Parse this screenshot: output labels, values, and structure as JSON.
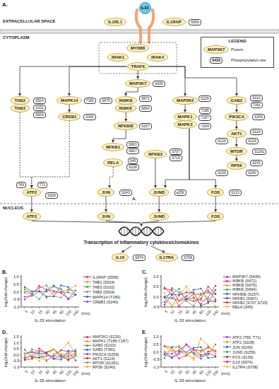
{
  "diagram": {
    "nodes": [
      {
        "text": [
          "IL33"
        ]
      },
      {
        "text": [
          "IL1RL1"
        ]
      },
      {
        "text": [
          "IL1RAP"
        ]
      },
      {
        "text": [
          "S556"
        ]
      },
      {
        "text": [
          "LEGEND"
        ]
      },
      {
        "text": [
          "MAP3K7"
        ],
        "in": 4
      },
      {
        "text": [
          "S439"
        ],
        "in": 4
      },
      {
        "text": [
          "MYD88"
        ]
      },
      {
        "text": [
          "IRAK1"
        ]
      },
      {
        "text": [
          "IRAK4"
        ]
      },
      {
        "text": [
          "TRAF6"
        ]
      },
      {
        "text": [
          "MAP3K7"
        ]
      },
      {
        "text": [
          "S439"
        ]
      },
      {
        "text": [
          "TAB2"
        ]
      },
      {
        "text": [
          "S524"
        ]
      },
      {
        "text": [
          "MAPK14"
        ]
      },
      {
        "text": [
          "T180"
        ]
      },
      {
        "text": [
          "S675"
        ]
      },
      {
        "text": [
          "IKBKB"
        ]
      },
      {
        "text": [
          "S672"
        ]
      },
      {
        "text": [
          "MAP2K2"
        ]
      },
      {
        "text": [
          "S226"
        ]
      },
      {
        "text": [
          "GAB2"
        ]
      },
      {
        "text": [
          "S210"
        ]
      },
      {
        "text": [
          "T391"
        ]
      },
      {
        "text": [
          "TAB3"
        ]
      },
      {
        "text": [
          "S102"
        ]
      },
      {
        "text": [
          "S504"
        ]
      },
      {
        "text": [
          "CREB1"
        ]
      },
      {
        "text": [
          "S340"
        ]
      },
      {
        "text": [
          "IKBKE"
        ]
      },
      {
        "text": [
          "S664"
        ]
      },
      {
        "text": [
          "MAPK1"
        ]
      },
      {
        "text": [
          "T185"
        ]
      },
      {
        "text": [
          "Y187"
        ]
      },
      {
        "text": [
          "PIK3CA"
        ]
      },
      {
        "text": [
          "S259"
        ]
      },
      {
        "text": [
          "NFKBIE"
        ]
      },
      {
        "text": [
          "S157"
        ]
      },
      {
        "text": [
          "MAPK3"
        ]
      },
      {
        "text": [
          "Y204"
        ]
      },
      {
        "text": [
          "AKT1"
        ]
      },
      {
        "text": [
          "S124"
        ]
      },
      {
        "text": [
          "S126"
        ]
      },
      {
        "text": [
          "S129"
        ]
      },
      {
        "text": [
          "NFKB1"
        ]
      },
      {
        "text": [
          "S903"
        ]
      },
      {
        "text": [
          "S907"
        ]
      },
      {
        "text": [
          "MTOR"
        ]
      },
      {
        "text": [
          "S1261"
        ]
      },
      {
        "text": [
          "NFKB2"
        ]
      },
      {
        "text": [
          "S707"
        ]
      },
      {
        "text": [
          "S715"
        ]
      },
      {
        "text": [
          "RELA"
        ]
      },
      {
        "text": [
          "S45"
        ]
      },
      {
        "text": [
          "S238"
        ]
      },
      {
        "text": [
          "RPS6"
        ]
      },
      {
        "text": [
          "S235"
        ]
      },
      {
        "text": [
          "S236"
        ]
      },
      {
        "text": [
          "S240"
        ]
      },
      {
        "text": [
          "T69"
        ]
      },
      {
        "text": [
          "T71"
        ]
      },
      {
        "text": [
          "ATF2"
        ]
      },
      {
        "text": [
          "S328"
        ]
      },
      {
        "text": [
          "JUN"
        ]
      },
      {
        "text": [
          "S243"
        ]
      },
      {
        "text": [
          "JUND"
        ]
      },
      {
        "text": [
          "a259"
        ]
      },
      {
        "text": [
          "FOS"
        ]
      },
      {
        "text": [
          "S133"
        ]
      },
      {
        "text": [
          "ATF2"
        ]
      },
      {
        "text": [
          "JUN"
        ]
      },
      {
        "text": [
          "JUND"
        ]
      },
      {
        "text": [
          "FOS"
        ]
      },
      {
        "text": [
          "IL16"
        ]
      },
      {
        "text": [
          "S974"
        ]
      },
      {
        "text": [
          "IL17RA"
        ]
      },
      {
        "text": [
          "S708"
        ]
      }
    ],
    "edges": [
      {
        "from": 10,
        "to": 11,
        "arrow": "to"
      },
      {
        "from": 10,
        "to": 13,
        "arrow": "to"
      },
      {
        "from": 10,
        "to": 15,
        "arrow": "to"
      },
      {
        "from": 10,
        "to": 20,
        "arrow": "to"
      },
      {
        "from": 10,
        "to": 22,
        "arrow": "to"
      },
      {
        "from": 11,
        "to": 18,
        "arrow": "to"
      },
      {
        "from": 15,
        "to": 28,
        "arrow": "to"
      },
      {
        "from": 30,
        "to": 37,
        "arrow": "to"
      },
      {
        "from": 20,
        "to": 32,
        "arrow": "to"
      },
      {
        "from": 22,
        "to": 35,
        "arrow": "to"
      },
      {
        "from": 35,
        "to": 41,
        "arrow": "to"
      },
      {
        "from": 41,
        "to": 48,
        "arrow": "to"
      },
      {
        "from": 48,
        "to": 56,
        "arrow": "to"
      },
      {
        "from": 37,
        "to": 45,
        "arrow": "to"
      },
      {
        "from": 25,
        "to": 62,
        "arrow": "to"
      },
      {
        "from": 28,
        "to": 62,
        "arrow": "to"
      },
      {
        "from": 53,
        "to": 64,
        "arrow": "to"
      },
      {
        "from": 50,
        "to": 66,
        "arrow": "to"
      },
      {
        "from": 39,
        "to": 66,
        "arrow": "to"
      },
      {
        "from": 39,
        "to": 68,
        "arrow": "to"
      },
      {
        "from": 62,
        "to": 70,
        "arrow": "to"
      },
      {
        "from": 64,
        "to": 71,
        "arrow": "to"
      },
      {
        "from": 66,
        "to": 72,
        "arrow": "to"
      },
      {
        "from": 68,
        "to": 73,
        "arrow": "to"
      }
    ],
    "labels": [
      "A.",
      "EXTRACELLULAR SPACE",
      "CYTOPLASM",
      "NUCLEUS",
      "A.",
      "Transcription of inflammatory cytokines/chemokines",
      "B.",
      "log₂(fold-change)",
      "1.0",
      "0.5",
      "0.0",
      "-0.5",
      "-1.0",
      "5",
      "10",
      "15",
      "30",
      "45",
      "60",
      "120",
      "240",
      "IL-33 stimulation",
      "(min)",
      "C.",
      "log₂(fold-change)",
      "1.0",
      "0.5",
      "0.0",
      "-0.5",
      "5",
      "10",
      "15",
      "30",
      "45",
      "60",
      "120",
      "240",
      "IL-33 stimulation",
      "(min)",
      "D.",
      "log₂(fold-change)",
      "1.5",
      "1.0",
      "0.5",
      "0.0",
      "-0.5",
      "-1.0",
      "5",
      "10",
      "15",
      "30",
      "45",
      "60",
      "120",
      "240",
      "IL-33 stimulation",
      "(min)",
      "E.",
      "log₂(fold-change)",
      "1.0",
      "0.5",
      "0.0",
      "-0.5",
      "-1.0",
      "5",
      "10",
      "15",
      "30",
      "45",
      "60",
      "120",
      "240",
      "IL-33 stimulation",
      "(min)"
    ],
    "legend": [
      {
        "text": "Protein"
      },
      {
        "text": "Phosphorylation site"
      },
      {
        "text": "IL1RAP (S556)",
        "color": "#e6198c"
      },
      {
        "text": "TAB2 (S524)",
        "color": "#f7931e"
      },
      {
        "text": "TAB3 (S102)",
        "color": "#39a845"
      },
      {
        "text": "TAB3 (S504)",
        "color": "#8c8c8c"
      },
      {
        "text": "MAPK14 (T180)",
        "color": "#2166c4"
      },
      {
        "text": "CREB1 (S340)",
        "color": "#8e44ad"
      },
      {
        "text": "MAP3K7 (S439)",
        "color": "#8e44ad"
      },
      {
        "text": "IKBKB (S672)",
        "color": "#e6198c"
      },
      {
        "text": "IKBKB (S675)",
        "color": "#f7931e"
      },
      {
        "text": "IKBKE (S664)",
        "color": "#39a845"
      },
      {
        "text": "NFKBIE (S157)",
        "color": "#2166c4"
      },
      {
        "text": "NFKB1 (S907)",
        "color": "#6a3d9a"
      },
      {
        "text": "NFKB2 (S707,S715)",
        "color": "#d62728"
      },
      {
        "text": "RELA (S45)",
        "color": "#f7b32b"
      },
      {
        "text": "MAP2K2 (S226)",
        "color": "#e6198c"
      },
      {
        "text": "MAPK1 (T185;Y187)",
        "color": "#f7931e"
      },
      {
        "text": "GAB2 (S210)",
        "color": "#39a845"
      },
      {
        "text": "GAB2 (T391)",
        "color": "#2166c4"
      },
      {
        "text": "PIK3CA (S259)",
        "color": "#8e44ad"
      },
      {
        "text": "AKT1 (S124)",
        "color": "#d62728"
      },
      {
        "text": "MTOR (S1261)",
        "color": "#8c8c8c"
      },
      {
        "text": "RPS6 (S240)",
        "color": "#f7b32b"
      },
      {
        "text": "ATF2 (T69; T71)",
        "color": "#8e44ad"
      },
      {
        "text": "ATF2 (S328)",
        "color": "#f7931e"
      },
      {
        "text": "JUN (S243)",
        "color": "#2166c4"
      },
      {
        "text": "JUND (S259)",
        "color": "#39a845"
      },
      {
        "text": "FOS (S133)",
        "color": "#d62728"
      },
      {
        "text": "IL16 (S974)",
        "color": "#e6198c"
      },
      {
        "text": "IL17RA (S708)",
        "color": "#f7b32b"
      }
    ]
  }
}
